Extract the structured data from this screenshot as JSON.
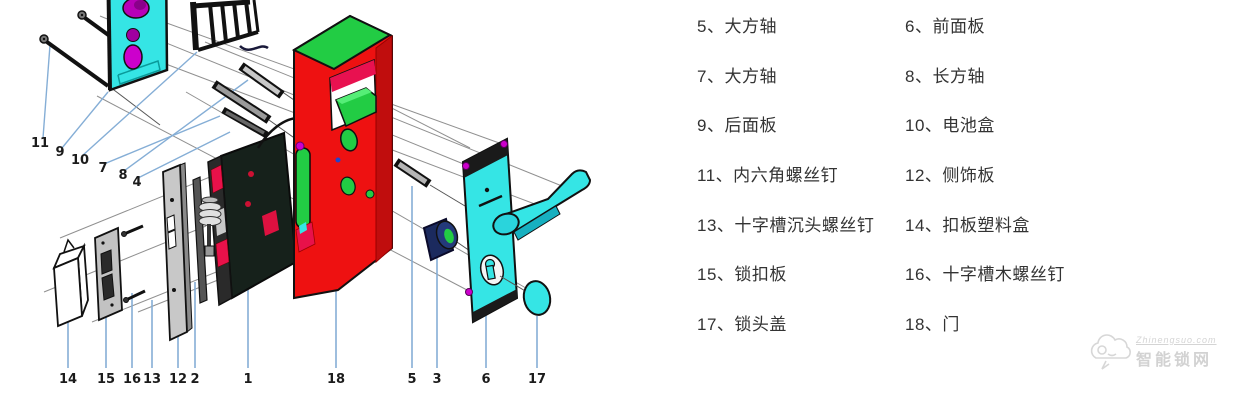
{
  "diagram": {
    "bottom_callouts": [
      "14",
      "15",
      "16",
      "13",
      "12",
      "2",
      "1",
      "18",
      "5",
      "3",
      "6",
      "17"
    ],
    "left_callouts": [
      "11",
      "9",
      "10",
      "7",
      "8",
      "4"
    ],
    "colors": {
      "door_red": "#ee1111",
      "panel_cyan": "#35e5e5",
      "part_green": "#22cc44",
      "hole_magenta": "#cc00cc",
      "bolt_crimson": "#e8114a",
      "leader_blue": "#85aed6",
      "callout_text": "#1b1b1b"
    }
  },
  "parts_list": {
    "rows": [
      [
        "5、大方轴",
        "6、前面板"
      ],
      [
        "7、大方轴",
        "8、长方轴"
      ],
      [
        "9、后面板",
        "10、电池盒"
      ],
      [
        "11、内六角螺丝钉",
        "12、侧饰板"
      ],
      [
        "13、十字槽沉头螺丝钉",
        "14、扣板塑料盒"
      ],
      [
        "15、锁扣板",
        "16、十字槽木螺丝钉"
      ],
      [
        "17、锁头盖",
        "18、门"
      ]
    ]
  },
  "watermark": {
    "url": "Zhinengsuo.com",
    "name": "智能锁网"
  }
}
